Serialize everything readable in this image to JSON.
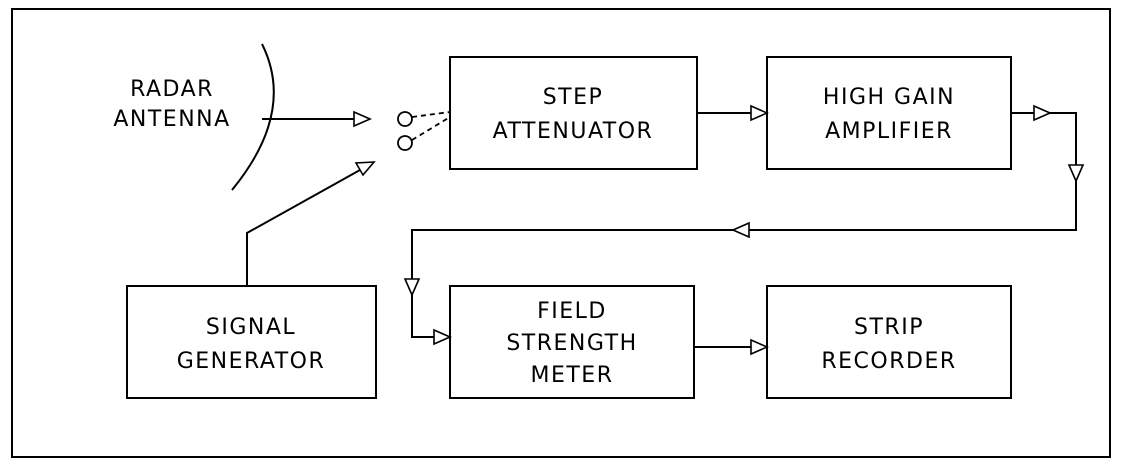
{
  "antenna": {
    "line1": "RADAR",
    "line2": "ANTENNA"
  },
  "blocks": {
    "step_attenuator": {
      "line1": "STEP",
      "line2": "ATTENUATOR"
    },
    "high_gain_amplifier": {
      "line1": "HIGH GAIN",
      "line2": "AMPLIFIER"
    },
    "signal_generator": {
      "line1": "SIGNAL",
      "line2": "GENERATOR"
    },
    "field_strength_meter": {
      "line1": "FIELD",
      "line2": "STRENGTH",
      "line3": "METER"
    },
    "strip_recorder": {
      "line1": "STRIP",
      "line2": "RECORDER"
    }
  },
  "colors": {
    "line": "#000000",
    "background": "#ffffff"
  }
}
